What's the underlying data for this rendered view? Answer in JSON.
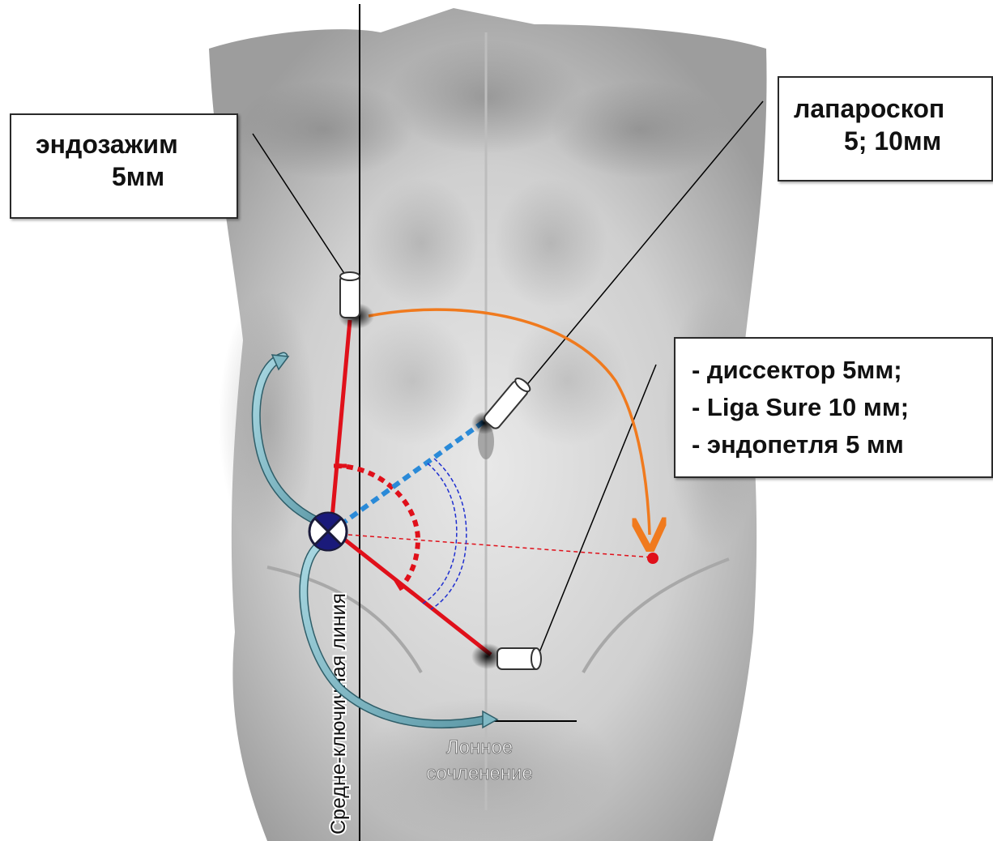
{
  "diagram": {
    "midclavicular_line_label": "Средне-ключичная линия",
    "pubic_symphysis_label": [
      "Лонное",
      "сочленение"
    ],
    "boxes": {
      "endoclamp": [
        "эндозажим",
        "5мм"
      ],
      "laparoscope": [
        "лапароскоп",
        "5; 10мм"
      ],
      "instruments": [
        "- диссектор 5мм;",
        "- Liga Sure 10 мм;",
        "- эндопетля 5 мм"
      ]
    },
    "colors": {
      "red_lines": "#e0101a",
      "blue_dotted": "#2a8ad8",
      "orange_arc": "#f07a1e",
      "navy_arcs": "#1f2fd0",
      "teal_arrows": "#7fb8c4"
    }
  }
}
